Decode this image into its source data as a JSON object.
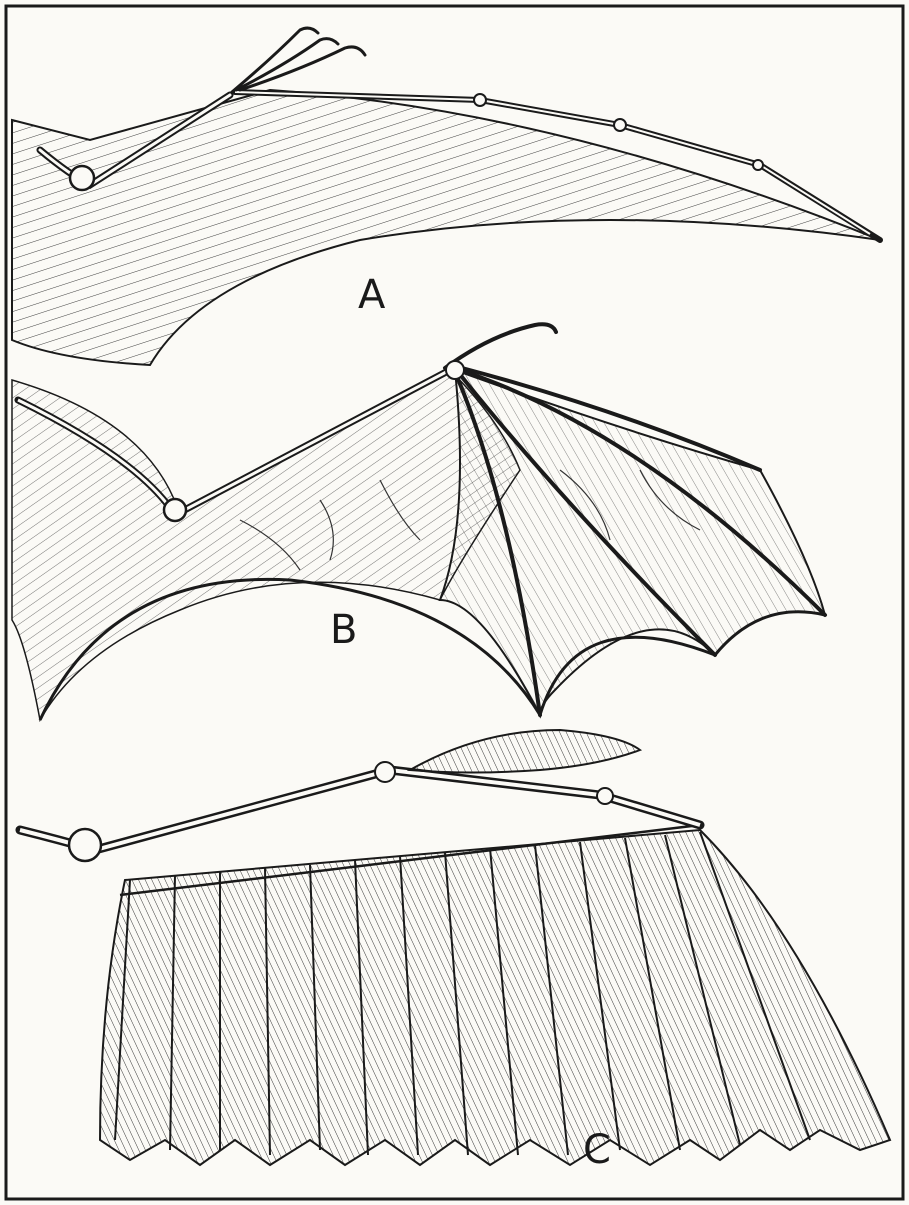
{
  "figure": {
    "panels": [
      {
        "id": "A",
        "label": "A",
        "depicts": "wing-membrane-long-finger"
      },
      {
        "id": "B",
        "label": "B",
        "depicts": "wing-membrane-multi-finger"
      },
      {
        "id": "C",
        "label": "C",
        "depicts": "feathered-wing"
      }
    ],
    "colors": {
      "ink": "#1a1a1a",
      "paper": "#fbfaf6"
    }
  }
}
